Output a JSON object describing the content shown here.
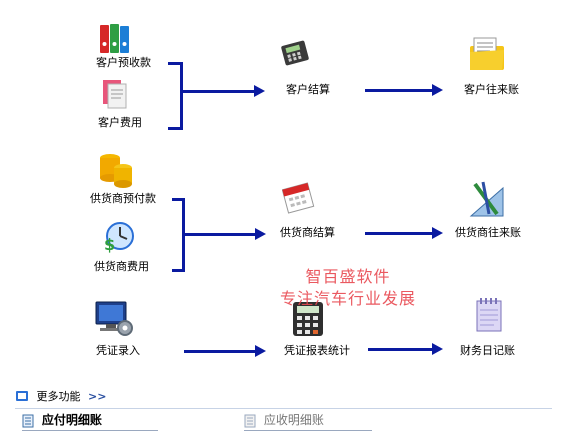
{
  "nodes": {
    "customer_prepaid": "客户预收款",
    "customer_expense": "客户费用",
    "customer_settle": "客户结算",
    "customer_ledger": "客户往来账",
    "supplier_prepaid": "供货商预付款",
    "supplier_expense": "供货商费用",
    "supplier_settle": "供货商结算",
    "supplier_ledger": "供货商往来账",
    "voucher_entry": "凭证录入",
    "voucher_report": "凭证报表统计",
    "finance_journal": "财务日记账"
  },
  "watermark": {
    "line1": "智百盛软件",
    "line2": "专注汽车行业发展"
  },
  "more": {
    "label": "更多功能",
    "chevron": ">>"
  },
  "tabs": [
    {
      "label": "应付明细账",
      "active": true
    },
    {
      "label": "应收明细账",
      "active": false
    }
  ],
  "colors": {
    "arrow": "#0a1aa0",
    "watermark": "#e8484f"
  }
}
